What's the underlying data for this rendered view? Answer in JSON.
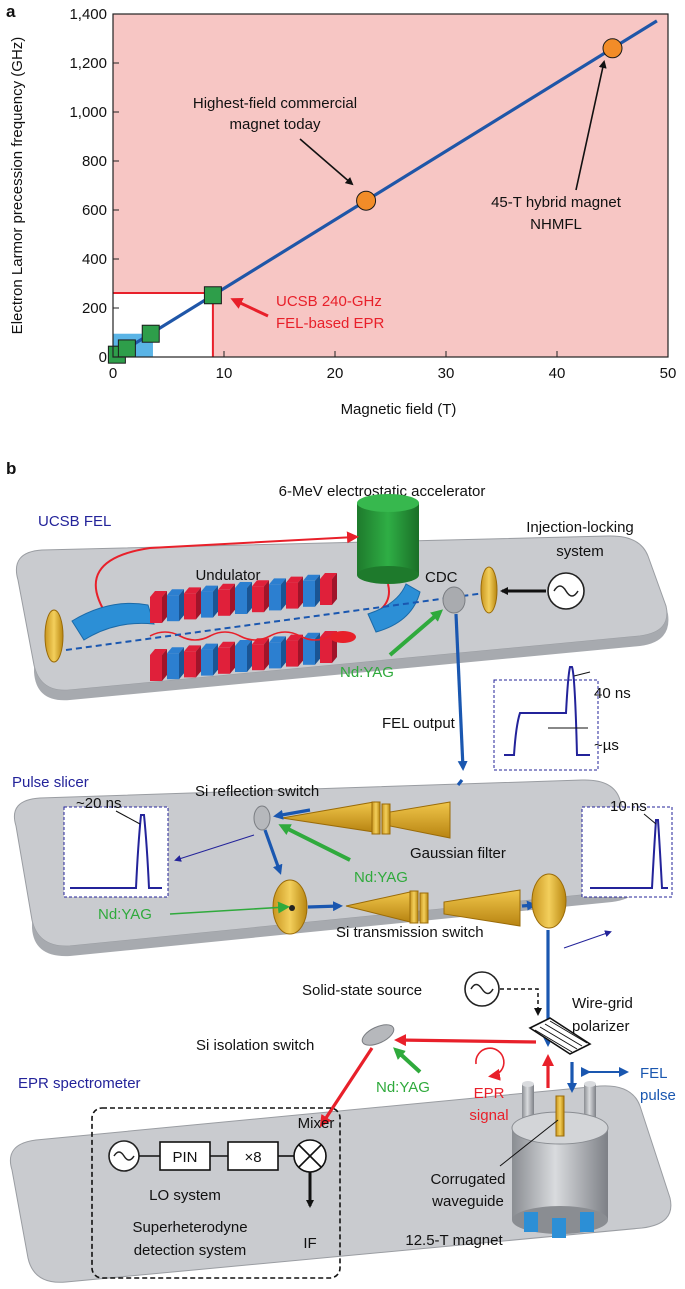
{
  "panel_a": {
    "label": "a",
    "chart_data": {
      "type": "line",
      "xlabel": "Magnetic field (T)",
      "ylabel": "Electron Larmor precession frequency (GHz)",
      "xlim": [
        0,
        50
      ],
      "ylim": [
        0,
        1400
      ],
      "x_ticks": [
        "0",
        "10",
        "20",
        "30",
        "40",
        "50"
      ],
      "y_ticks": [
        "0",
        "200",
        "400",
        "600",
        "800",
        "1,000",
        "1,200",
        "1,400"
      ],
      "line": {
        "x": [
          0,
          49
        ],
        "y": [
          0,
          1372
        ]
      },
      "squares": [
        {
          "x": 0.35,
          "y": 9.5
        },
        {
          "x": 1.25,
          "y": 35
        },
        {
          "x": 3.4,
          "y": 95
        },
        {
          "x": 9.0,
          "y": 252
        }
      ],
      "circles": [
        {
          "x": 22.8,
          "y": 638
        },
        {
          "x": 45.0,
          "y": 1260
        }
      ],
      "region_ucsb": {
        "x": 9,
        "y": 261
      },
      "region_blue": {
        "x": 3.6,
        "y": 95
      },
      "annotations": {
        "commercial": [
          "Highest-field commercial",
          "magnet today"
        ],
        "hybrid": [
          "45-T hybrid magnet",
          "NHMFL"
        ],
        "ucsb": [
          "UCSB 240-GHz",
          "FEL-based EPR"
        ]
      },
      "colors": {
        "background": "#f7c6c4",
        "line": "#1f56a8",
        "circle": "#f28c28",
        "square": "#2e9e4a",
        "red": "#e8202a",
        "blue_region": "#5ab4e6"
      }
    }
  },
  "panel_b": {
    "label": "b",
    "accelerator": "6-MeV electrostatic accelerator",
    "ucsb_fel": "UCSB FEL",
    "undulator": "Undulator",
    "cdc": "CDC",
    "injection": [
      "Injection-locking",
      "system"
    ],
    "ndyag": "Nd:YAG",
    "fel_output": "FEL output",
    "pulse_40ns": "40 ns",
    "pulse_us": "~µs",
    "pulse_slicer": "Pulse slicer",
    "si_reflection": "Si reflection switch",
    "gaussian_filter": "Gaussian filter",
    "pulse_20ns": "~20 ns",
    "pulse_10ns": "10 ns",
    "si_transmission": "Si transmission switch",
    "solid_state": "Solid-state source",
    "wire_grid": [
      "Wire-grid",
      "polarizer"
    ],
    "si_isolation": "Si isolation switch",
    "epr_spectrometer": "EPR spectrometer",
    "epr_signal": [
      "EPR",
      "signal"
    ],
    "fel_pulse": [
      "FEL",
      "pulse"
    ],
    "mixer": "Mixer",
    "pin": "PIN",
    "x8": "×8",
    "lo_system": "LO system",
    "superhet": [
      "Superheterodyne",
      "detection system"
    ],
    "if_label": "IF",
    "corrugated": [
      "Corrugated",
      "waveguide"
    ],
    "magnet": "12.5-T magnet"
  }
}
